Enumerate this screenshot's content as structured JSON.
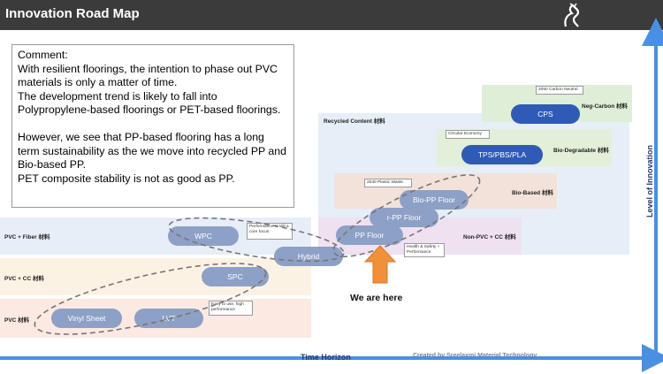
{
  "header": {
    "title": "Innovation Road Map"
  },
  "comment": {
    "paragraphs": [
      "Comment:",
      "With resilient floorings, the intention to phase out PVC materials is only a matter of time.",
      "The development trend is likely to fall into Polypropylene-based floorings or PET-based floorings.",
      "",
      "However, we see that PP-based flooring has a long term sustainability as the we move into recycled PP and Bio-based PP.",
      "PET composite stability is not as good as PP."
    ]
  },
  "bands": {
    "pvc_fiber": "PVC + Fiber 材料",
    "pvc_cc": "PVC + CC 材料",
    "pvc": "PVC 材料",
    "recycled_content": "Recycled Content 材料",
    "neg_carbon": "Neg-Carbon 材料",
    "bio_degradable": "Bio-Degradable 材料",
    "bio_based": "Bio-Based 材料",
    "non_pvc_cc": "Non-PVC + CC 材料"
  },
  "products": {
    "wpc": "WPC",
    "hybrid": "Hybrid",
    "spc": "SPC",
    "vinyl_sheet": "Vinyl Sheet",
    "lvt": "LVT",
    "pp_floor": "PP Floor",
    "rpp_floor": "r-PP Floor",
    "biopp_floor": "Bio-PP Floor",
    "tps": "TPS/PBS/PLA",
    "cps": "CPS"
  },
  "notes": {
    "performance": "Performance is still a core focus",
    "easy_use": "Easy to use, high performance",
    "health": "Health & Safety + Performance",
    "plastic_waste": "2030 Plastic Waste",
    "circular": "Circular Economy",
    "carbon_neutral": "2050 Carbon Neutral"
  },
  "callout": "We are here",
  "axes": {
    "x": "Time Horizon",
    "y": "Level of Innovation"
  },
  "credit": "Created by Sreelaxmi Material Technology",
  "colors": {
    "titlebar": "#3b3b3b",
    "axis": "#4a90e2",
    "arrow": "#f0913a",
    "pill_grey": "#8da0c6",
    "pill_blue": "#2f5bb6"
  }
}
